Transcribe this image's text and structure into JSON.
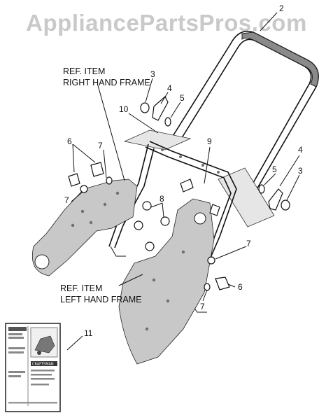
{
  "watermark": "AppliancePartsPros.com",
  "labels": {
    "right_frame_line1": "REF. ITEM",
    "right_frame_line2": "RIGHT HAND FRAME",
    "left_frame_line1": "REF. ITEM",
    "left_frame_line2": "LEFT HAND FRAME"
  },
  "callouts": {
    "c2": "2",
    "c3a": "3",
    "c3b": "3",
    "c4a": "4",
    "c4b": "4",
    "c5a": "5",
    "c5b": "5",
    "c6a": "6",
    "c6b": "6",
    "c7a": "7",
    "c7b": "7",
    "c7c": "7",
    "c7d": "7",
    "c8": "8",
    "c9": "9",
    "c10": "10",
    "c11": "11"
  },
  "manual": {
    "brand": "CRAFTSMAN"
  }
}
